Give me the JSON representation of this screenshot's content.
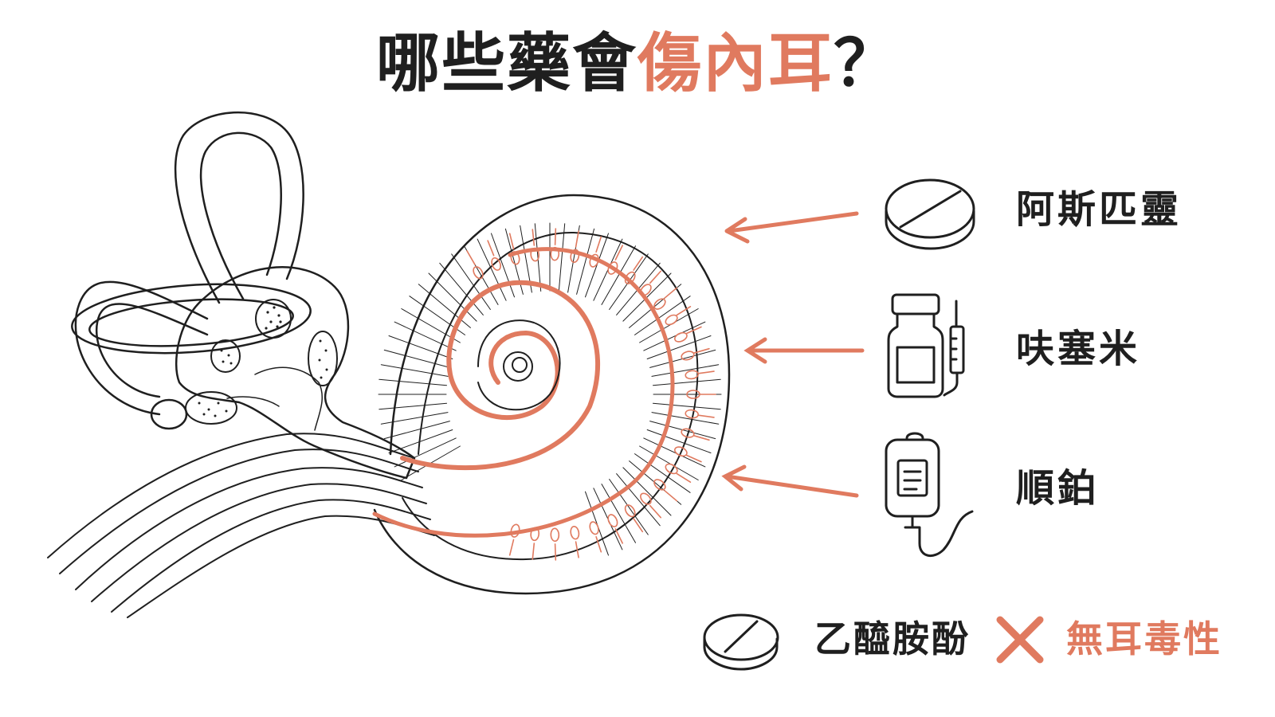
{
  "title": {
    "part1": "哪些藥會",
    "part2": "傷內耳",
    "part3": "？"
  },
  "colors": {
    "accent": "#e07a5f",
    "ink": "#1f1f1f"
  },
  "drugs": [
    {
      "label": "阿斯匹靈",
      "icon": "pill-icon"
    },
    {
      "label": "呋塞米",
      "icon": "vial-syringe-icon"
    },
    {
      "label": "順鉑",
      "icon": "iv-bag-icon"
    }
  ],
  "safe_drug": {
    "label": "乙醯胺酚",
    "icon": "pill-icon",
    "status": "無耳毒性",
    "status_icon": "x-mark-icon"
  }
}
